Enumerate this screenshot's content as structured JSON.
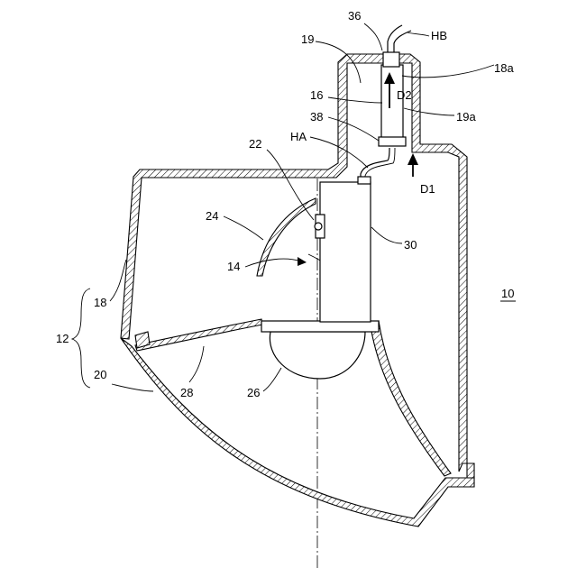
{
  "labels": {
    "fig_number": "10",
    "housing_assembly": "12",
    "lamp_unit": "14",
    "cable": "16",
    "lamp_body": "18",
    "lamp_body_sub": "18a",
    "pocket": "19",
    "pocket_sub": "19a",
    "outer_lens": "20",
    "semiconductor_light_source": "22",
    "reflector": "24",
    "projection_lens": "26",
    "extension": "28",
    "heat_sink": "30",
    "connector": "36",
    "grommet": "38",
    "harness_a": "HA",
    "harness_b": "HB",
    "direction_1": "D1",
    "direction_2": "D2"
  }
}
